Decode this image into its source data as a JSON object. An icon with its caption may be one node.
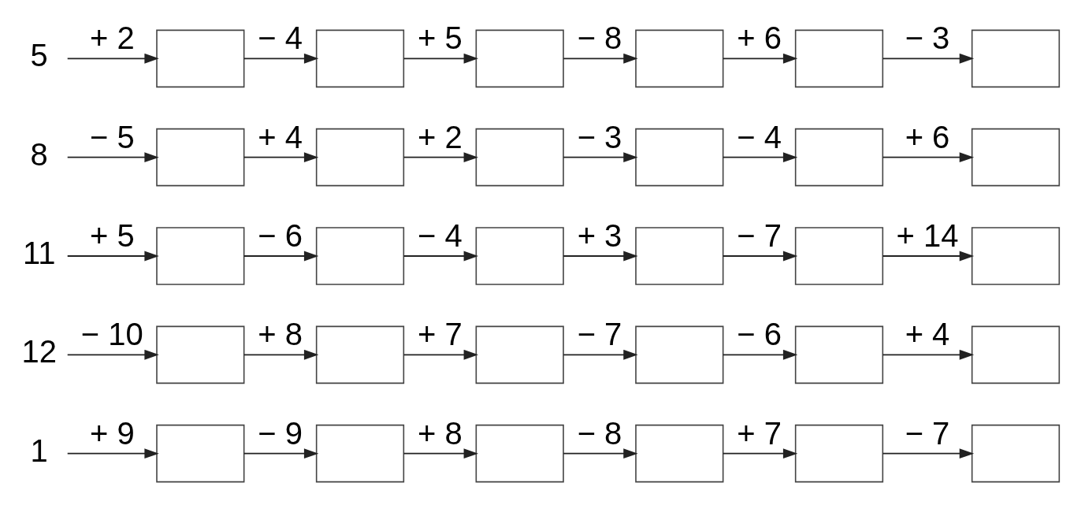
{
  "diagram": {
    "nodes": [
      {
        "text": [
          "5"
        ]
      },
      {
        "text": [],
        "shape": "box"
      },
      {
        "text": [],
        "shape": "box"
      },
      {
        "text": [],
        "shape": "box"
      },
      {
        "text": [],
        "shape": "box"
      },
      {
        "text": [],
        "shape": "box"
      },
      {
        "text": [],
        "shape": "box"
      },
      {
        "text": [
          "8"
        ]
      },
      {
        "text": [],
        "shape": "box"
      },
      {
        "text": [],
        "shape": "box"
      },
      {
        "text": [],
        "shape": "box"
      },
      {
        "text": [],
        "shape": "box"
      },
      {
        "text": [],
        "shape": "box"
      },
      {
        "text": [],
        "shape": "box"
      },
      {
        "text": [
          "11"
        ]
      },
      {
        "text": [],
        "shape": "box"
      },
      {
        "text": [],
        "shape": "box"
      },
      {
        "text": [],
        "shape": "box"
      },
      {
        "text": [],
        "shape": "box"
      },
      {
        "text": [],
        "shape": "box"
      },
      {
        "text": [],
        "shape": "box"
      },
      {
        "text": [
          "12"
        ]
      },
      {
        "text": [],
        "shape": "box"
      },
      {
        "text": [],
        "shape": "box"
      },
      {
        "text": [],
        "shape": "box"
      },
      {
        "text": [],
        "shape": "box"
      },
      {
        "text": [],
        "shape": "box"
      },
      {
        "text": [],
        "shape": "box"
      },
      {
        "text": [
          "1"
        ]
      },
      {
        "text": [],
        "shape": "box"
      },
      {
        "text": [],
        "shape": "box"
      },
      {
        "text": [],
        "shape": "box"
      },
      {
        "text": [],
        "shape": "box"
      },
      {
        "text": [],
        "shape": "box"
      },
      {
        "text": [],
        "shape": "box"
      }
    ],
    "edges": [
      {
        "from": 0,
        "to": 1,
        "arrow": "to",
        "label": "+ 2"
      },
      {
        "from": 1,
        "to": 2,
        "arrow": "to",
        "label": "− 4"
      },
      {
        "from": 2,
        "to": 3,
        "arrow": "to",
        "label": "+ 5"
      },
      {
        "from": 3,
        "to": 4,
        "arrow": "to",
        "label": "− 8"
      },
      {
        "from": 4,
        "to": 5,
        "arrow": "to",
        "label": "+ 6"
      },
      {
        "from": 5,
        "to": 6,
        "arrow": "to",
        "label": "− 3"
      },
      {
        "from": 7,
        "to": 8,
        "arrow": "to",
        "label": "− 5"
      },
      {
        "from": 8,
        "to": 9,
        "arrow": "to",
        "label": "+ 4"
      },
      {
        "from": 9,
        "to": 10,
        "arrow": "to",
        "label": "+ 2"
      },
      {
        "from": 10,
        "to": 11,
        "arrow": "to",
        "label": "− 3"
      },
      {
        "from": 11,
        "to": 12,
        "arrow": "to",
        "label": "− 4"
      },
      {
        "from": 12,
        "to": 13,
        "arrow": "to",
        "label": "+ 6"
      },
      {
        "from": 14,
        "to": 15,
        "arrow": "to",
        "label": "+ 5"
      },
      {
        "from": 15,
        "to": 16,
        "arrow": "to",
        "label": "− 6"
      },
      {
        "from": 16,
        "to": 17,
        "arrow": "to",
        "label": "− 4"
      },
      {
        "from": 17,
        "to": 18,
        "arrow": "to",
        "label": "+ 3"
      },
      {
        "from": 18,
        "to": 19,
        "arrow": "to",
        "label": "− 7"
      },
      {
        "from": 19,
        "to": 20,
        "arrow": "to",
        "label": "+ 14"
      },
      {
        "from": 21,
        "to": 22,
        "arrow": "to",
        "label": "− 10"
      },
      {
        "from": 22,
        "to": 23,
        "arrow": "to",
        "label": "+ 8"
      },
      {
        "from": 23,
        "to": 24,
        "arrow": "to",
        "label": "+ 7"
      },
      {
        "from": 24,
        "to": 25,
        "arrow": "to",
        "label": "− 7"
      },
      {
        "from": 25,
        "to": 26,
        "arrow": "to",
        "label": "− 6"
      },
      {
        "from": 26,
        "to": 27,
        "arrow": "to",
        "label": "+ 4"
      },
      {
        "from": 28,
        "to": 29,
        "arrow": "to",
        "label": "+ 9"
      },
      {
        "from": 29,
        "to": 30,
        "arrow": "to",
        "label": "− 9"
      },
      {
        "from": 30,
        "to": 31,
        "arrow": "to",
        "label": "+ 8"
      },
      {
        "from": 31,
        "to": 32,
        "arrow": "to",
        "label": "− 8"
      },
      {
        "from": 32,
        "to": 33,
        "arrow": "to",
        "label": "+ 7"
      },
      {
        "from": 33,
        "to": 34,
        "arrow": "to",
        "label": "− 7"
      }
    ]
  }
}
